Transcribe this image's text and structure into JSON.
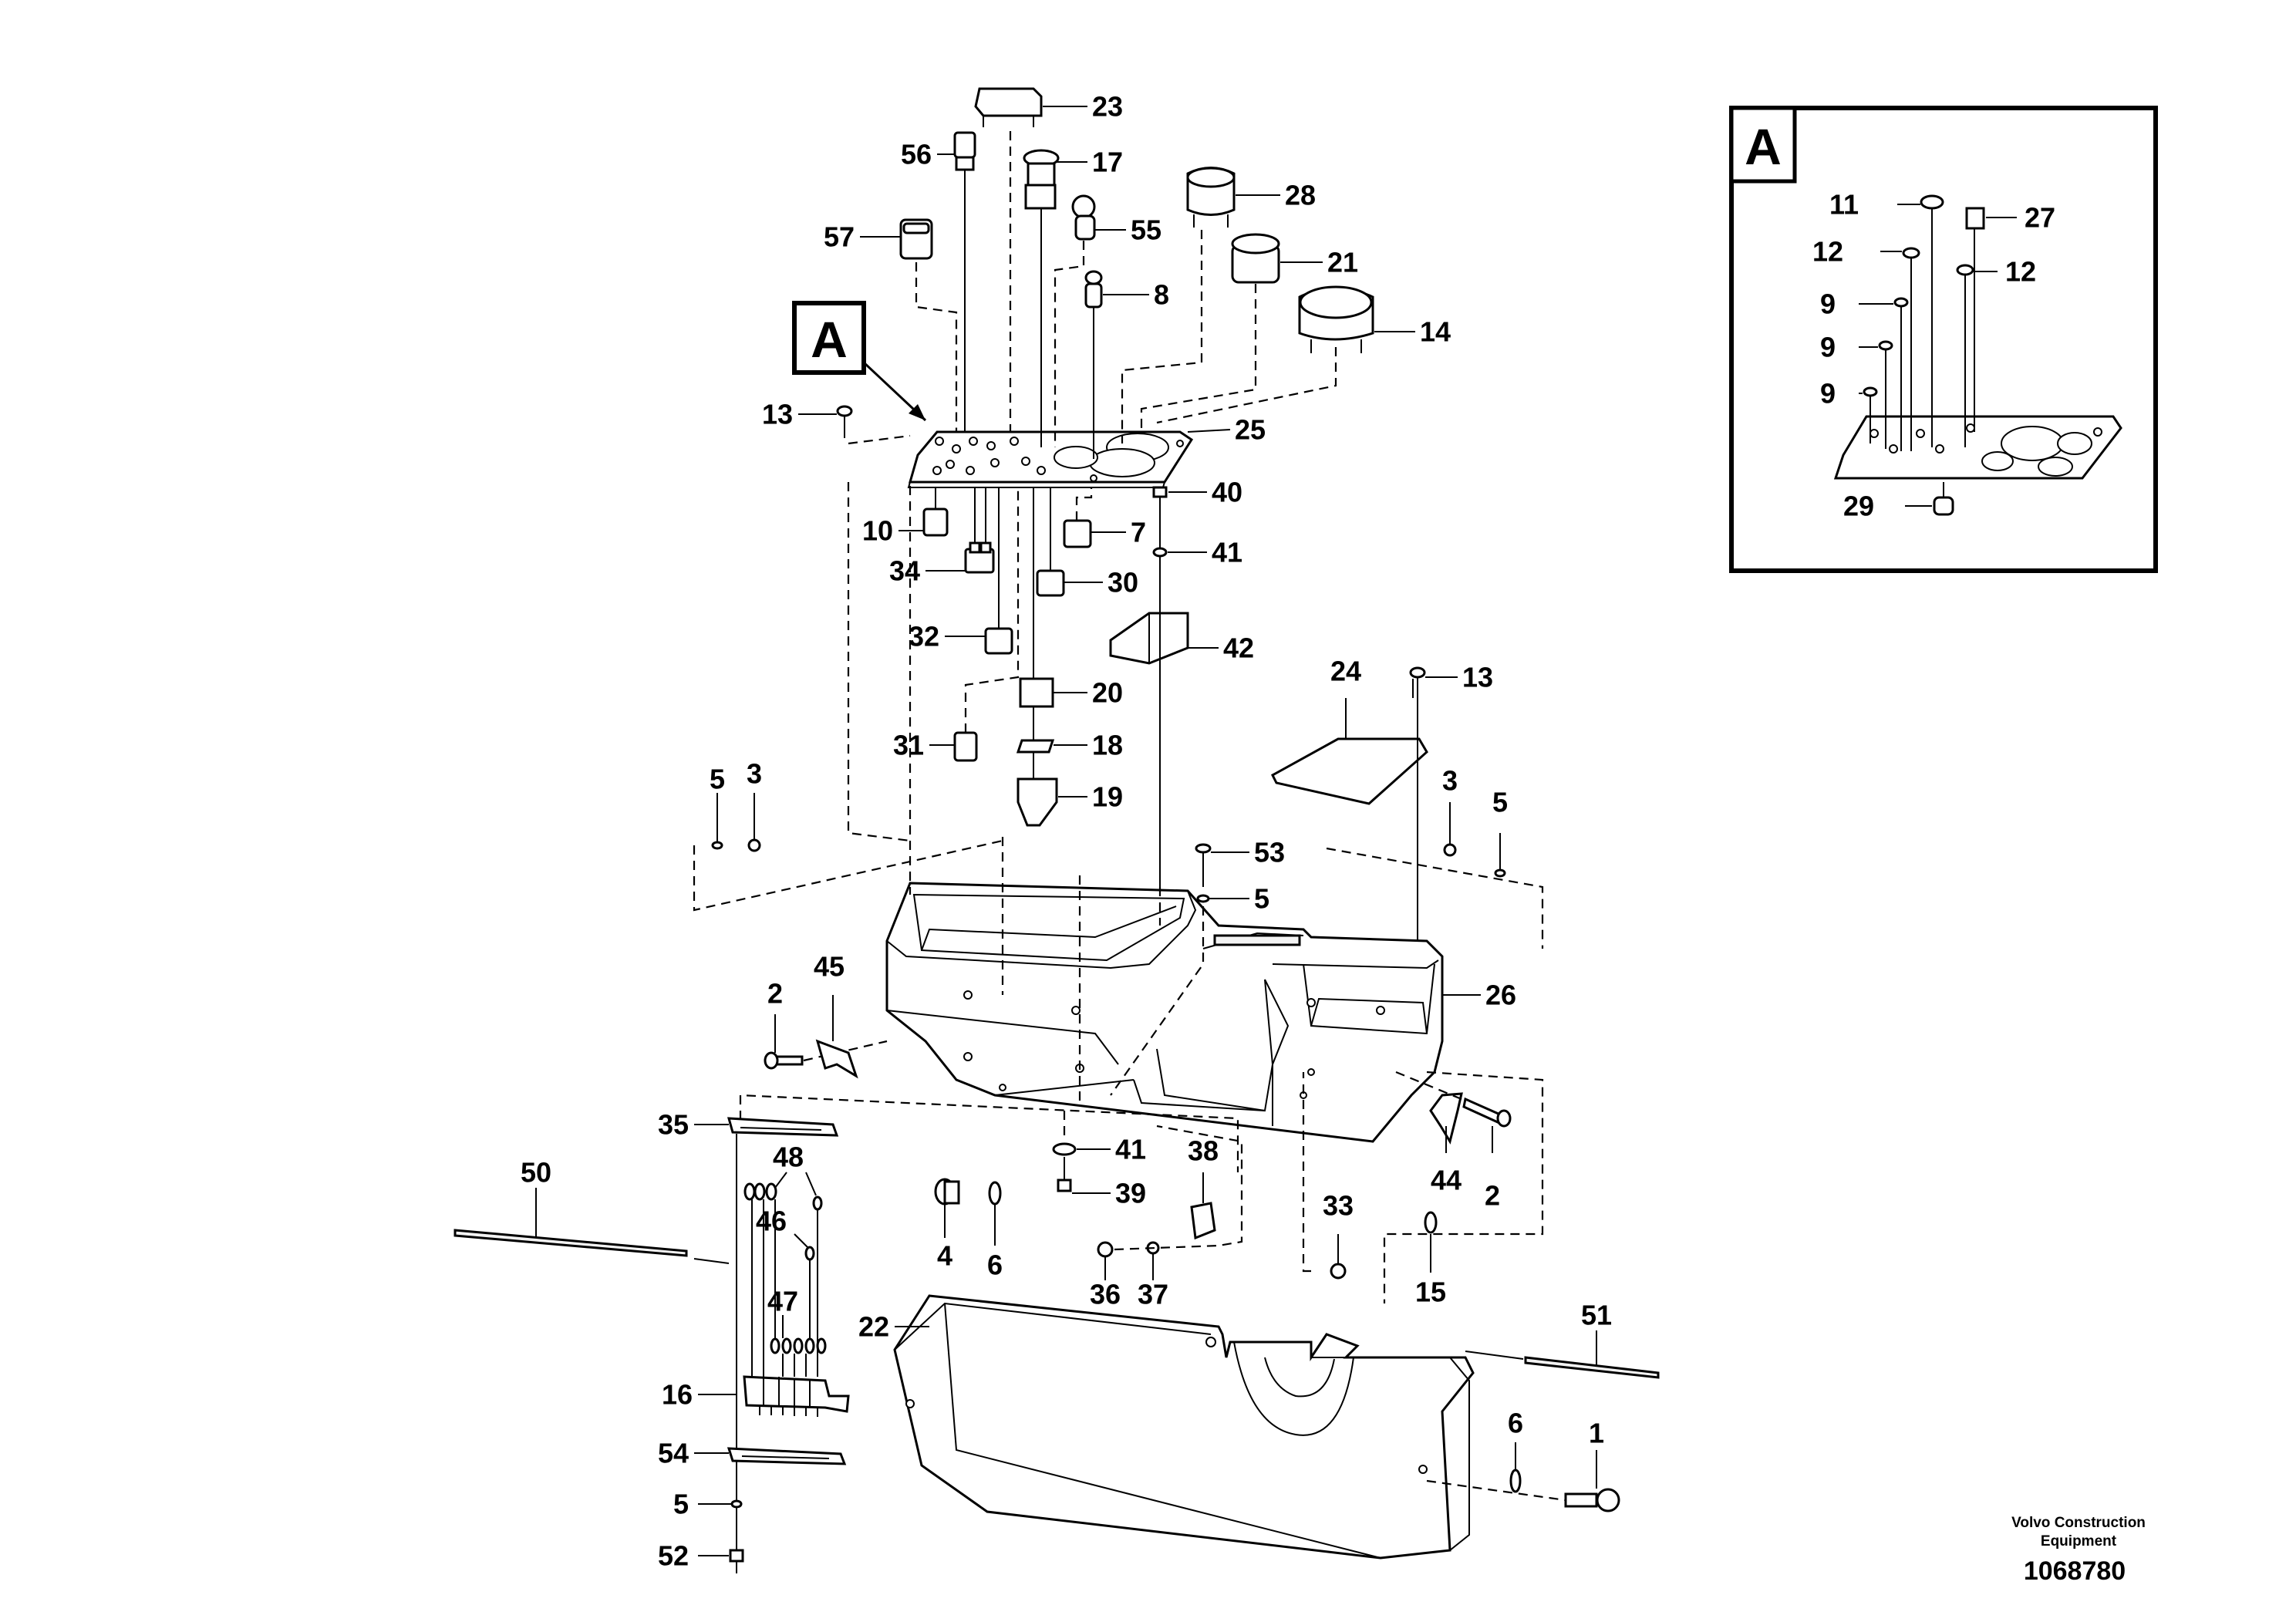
{
  "detail_view": {
    "letter": "A"
  },
  "main_view": {
    "letter": "A"
  },
  "callouts": [
    {
      "id": "c23",
      "label": "23"
    },
    {
      "id": "c56",
      "label": "56"
    },
    {
      "id": "c17",
      "label": "17"
    },
    {
      "id": "c28",
      "label": "28"
    },
    {
      "id": "c57",
      "label": "57"
    },
    {
      "id": "c55",
      "label": "55"
    },
    {
      "id": "c21",
      "label": "21"
    },
    {
      "id": "c8",
      "label": "8"
    },
    {
      "id": "c14",
      "label": "14"
    },
    {
      "id": "c13a",
      "label": "13"
    },
    {
      "id": "c25",
      "label": "25"
    },
    {
      "id": "c40",
      "label": "40"
    },
    {
      "id": "c10",
      "label": "10"
    },
    {
      "id": "c7",
      "label": "7"
    },
    {
      "id": "c41a",
      "label": "41"
    },
    {
      "id": "c34",
      "label": "34"
    },
    {
      "id": "c30",
      "label": "30"
    },
    {
      "id": "c32",
      "label": "32"
    },
    {
      "id": "c42",
      "label": "42"
    },
    {
      "id": "c20",
      "label": "20"
    },
    {
      "id": "c24",
      "label": "24"
    },
    {
      "id": "c13b",
      "label": "13"
    },
    {
      "id": "c31",
      "label": "31"
    },
    {
      "id": "c18",
      "label": "18"
    },
    {
      "id": "c19",
      "label": "19"
    },
    {
      "id": "c5a",
      "label": "5"
    },
    {
      "id": "c3a",
      "label": "3"
    },
    {
      "id": "c3b",
      "label": "3"
    },
    {
      "id": "c5b",
      "label": "5"
    },
    {
      "id": "c53",
      "label": "53"
    },
    {
      "id": "c5c",
      "label": "5"
    },
    {
      "id": "c2a",
      "label": "2"
    },
    {
      "id": "c45",
      "label": "45"
    },
    {
      "id": "c26",
      "label": "26"
    },
    {
      "id": "c35",
      "label": "35"
    },
    {
      "id": "c41b",
      "label": "41"
    },
    {
      "id": "c48",
      "label": "48"
    },
    {
      "id": "c38",
      "label": "38"
    },
    {
      "id": "c50",
      "label": "50"
    },
    {
      "id": "c39",
      "label": "39"
    },
    {
      "id": "c44",
      "label": "44"
    },
    {
      "id": "c2b",
      "label": "2"
    },
    {
      "id": "c46",
      "label": "46"
    },
    {
      "id": "c33",
      "label": "33"
    },
    {
      "id": "c4",
      "label": "4"
    },
    {
      "id": "c6a",
      "label": "6"
    },
    {
      "id": "c36",
      "label": "36"
    },
    {
      "id": "c37",
      "label": "37"
    },
    {
      "id": "c15",
      "label": "15"
    },
    {
      "id": "c47",
      "label": "47"
    },
    {
      "id": "c22",
      "label": "22"
    },
    {
      "id": "c51",
      "label": "51"
    },
    {
      "id": "c16",
      "label": "16"
    },
    {
      "id": "c6b",
      "label": "6"
    },
    {
      "id": "c1",
      "label": "1"
    },
    {
      "id": "c54",
      "label": "54"
    },
    {
      "id": "c5d",
      "label": "5"
    },
    {
      "id": "c52",
      "label": "52"
    },
    {
      "id": "d11",
      "label": "11"
    },
    {
      "id": "d27",
      "label": "27"
    },
    {
      "id": "d12a",
      "label": "12"
    },
    {
      "id": "d12b",
      "label": "12"
    },
    {
      "id": "d9a",
      "label": "9"
    },
    {
      "id": "d9b",
      "label": "9"
    },
    {
      "id": "d9c",
      "label": "9"
    },
    {
      "id": "d29",
      "label": "29"
    }
  ],
  "footer": {
    "maker_line1": "Volvo Construction",
    "maker_line2": "Equipment",
    "document_number": "1068780"
  }
}
